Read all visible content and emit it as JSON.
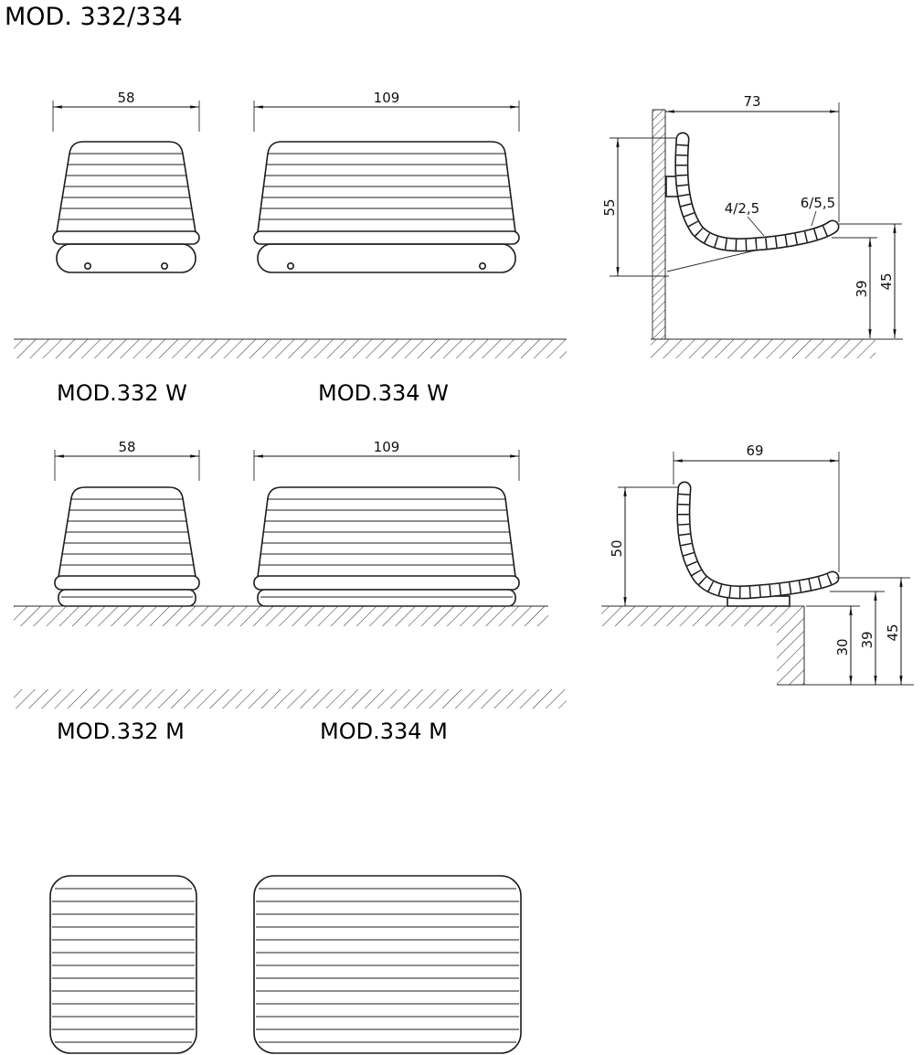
{
  "title": "MOD. 332/334",
  "row_w": {
    "front_332": {
      "width_dim": "58",
      "label": "MOD.332 W"
    },
    "front_334": {
      "width_dim": "109",
      "label": "MOD.334 W"
    },
    "side": {
      "depth_dim": "73",
      "height_dim": "55",
      "slat_note_small": "4/2,5",
      "slat_note_large": "6/5,5",
      "seat_rear_height": "39",
      "seat_front_height": "45"
    }
  },
  "row_m": {
    "front_332": {
      "width_dim": "58",
      "label": "MOD.332 M"
    },
    "front_334": {
      "width_dim": "109",
      "label": "MOD.334 M"
    },
    "side": {
      "depth_dim": "69",
      "height_dim": "50",
      "step_height": "30",
      "seat_rear_height": "39",
      "seat_front_height": "45"
    }
  }
}
